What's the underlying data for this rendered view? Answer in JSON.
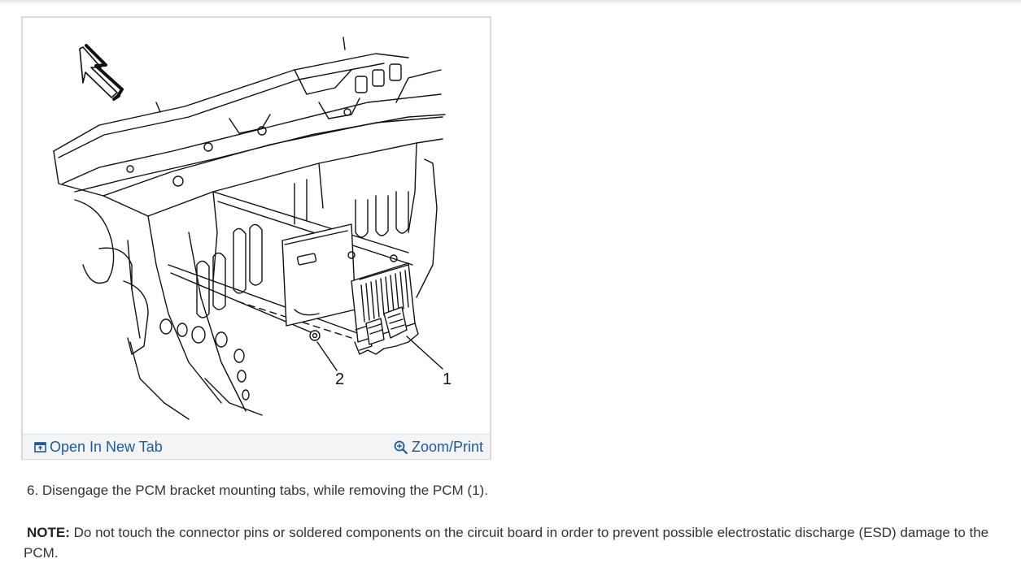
{
  "figure": {
    "callouts": [
      "2",
      "1"
    ],
    "actions": {
      "open_new_tab": {
        "label": "Open In New Tab",
        "icon": "open-new-tab-icon"
      },
      "zoom_print": {
        "label": "Zoom/Print",
        "icon": "zoom-in-icon"
      }
    }
  },
  "instructions": {
    "step": "6. Disengage the PCM bracket mounting tabs, while removing the PCM (1).",
    "note_label": "NOTE:",
    "note_text": " Do not touch the connector pins or soldered components on the circuit board in order to prevent possible electrostatic discharge (ESD) damage to the PCM."
  },
  "colors": {
    "link": "#1d5a9c",
    "text": "#333333",
    "bar_bg": "#f3f4f6"
  }
}
